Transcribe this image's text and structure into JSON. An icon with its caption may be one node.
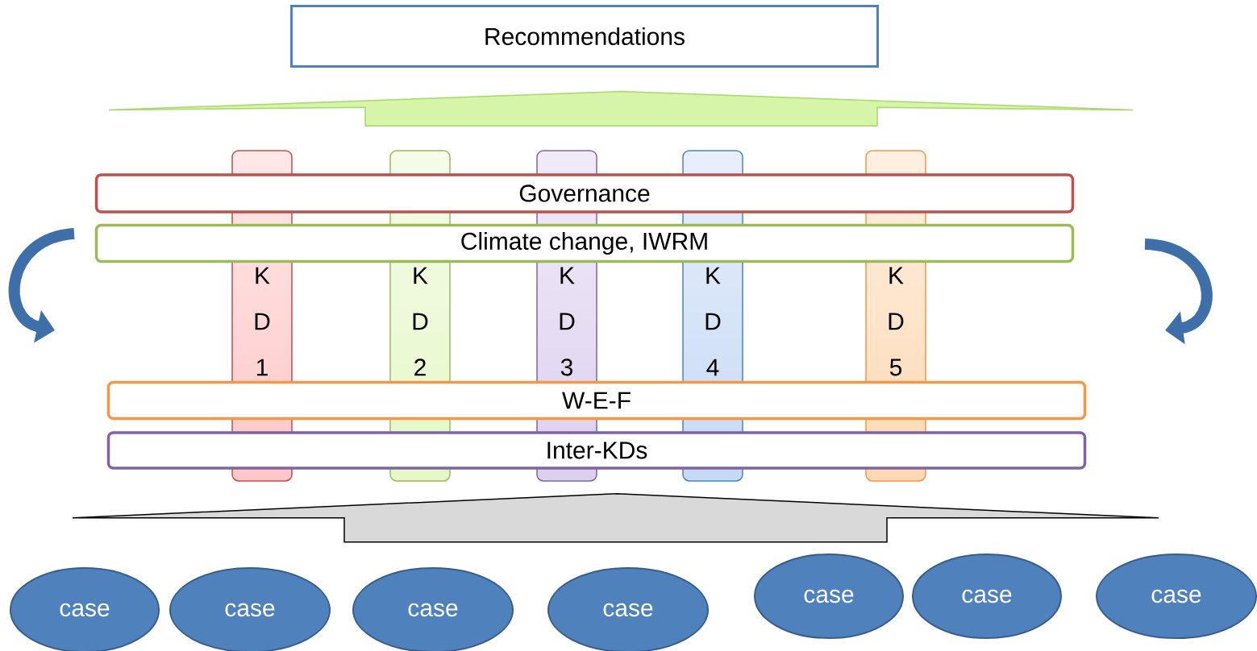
{
  "diagram": {
    "nodes": [
      {
        "text": [
          "Recommendations"
        ]
      },
      {
        "text": [
          "K D 1"
        ]
      },
      {
        "text": [
          "K D 2"
        ]
      },
      {
        "text": [
          "K D 3"
        ]
      },
      {
        "text": [
          "K D 4"
        ]
      },
      {
        "text": [
          "K D 5"
        ]
      },
      {
        "text": [
          "Governance"
        ]
      },
      {
        "text": [
          "Climate change, IWRM"
        ]
      },
      {
        "text": [
          "W-E-F"
        ]
      },
      {
        "text": [
          "Inter-KDs"
        ]
      },
      {
        "text": [
          "case"
        ]
      },
      {
        "text": [
          "case"
        ]
      },
      {
        "text": [
          "case"
        ]
      },
      {
        "text": [
          "case"
        ]
      },
      {
        "text": [
          "case"
        ]
      },
      {
        "text": [
          "case"
        ]
      },
      {
        "text": [
          "case"
        ]
      }
    ],
    "edges": [
      {
        "from": 6,
        "to": 0,
        "arrow": "to",
        "style": "thick"
      },
      {
        "from": null,
        "to": 9,
        "arrow": "to",
        "style": "thick"
      }
    ]
  }
}
